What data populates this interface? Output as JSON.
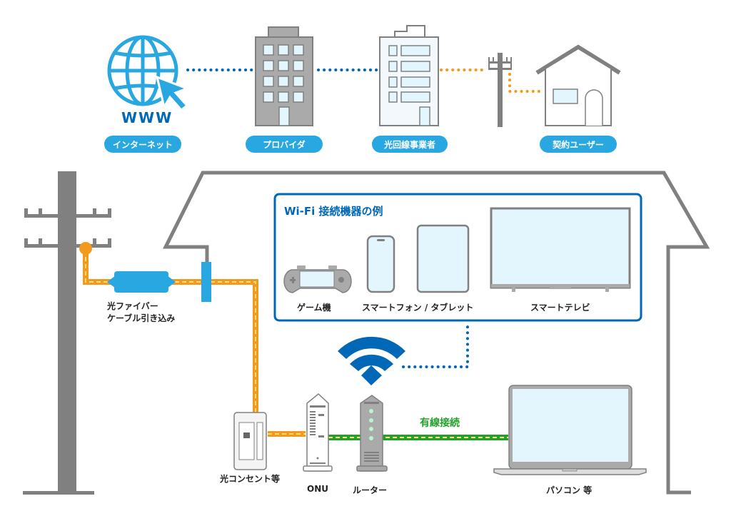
{
  "top_row": {
    "internet": {
      "label": "インターネット",
      "caption": "WWW",
      "icon": "globe-cursor-icon"
    },
    "provider": {
      "label": "プロバイダ",
      "icon": "office-building-icon"
    },
    "fiber_operator": {
      "label": "光回線事業者",
      "icon": "building-icon"
    },
    "user": {
      "label": "契約ユーザー",
      "icon": "house-icon"
    }
  },
  "wifi_devices": {
    "title": "Wi-Fi 接続機器の例",
    "items": [
      {
        "label": "ゲーム機",
        "icon": "game-console-icon"
      },
      {
        "label": "スマートフォン / タブレット",
        "icon": "smartphone-tablet-icon"
      },
      {
        "label": "スマートテレビ",
        "icon": "smart-tv-icon"
      }
    ]
  },
  "home": {
    "fiber_drop_label_1": "光ファイバー",
    "fiber_drop_label_2": "ケーブル引き込み",
    "outlet_label": "光コンセント等",
    "onu_label": "ONU",
    "router_label": "ルーター",
    "wired_label": "有線接続",
    "pc_label": "パソコン 等"
  },
  "colors": {
    "blue": "#29a7e1",
    "dark_blue": "#0068b7",
    "orange": "#f39a1e",
    "green": "#22a22a",
    "gray": "#808080",
    "screen": "#e3f5fd"
  }
}
